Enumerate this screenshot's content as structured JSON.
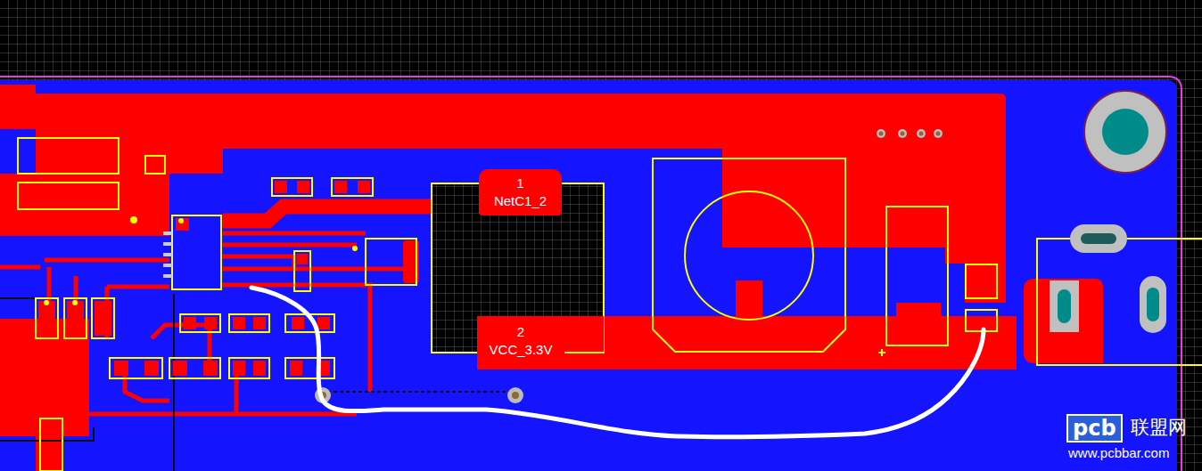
{
  "diagram": {
    "nodes": [
      {
        "text": [
          "1",
          "NetC1_2"
        ]
      },
      {
        "text": [
          "2",
          "VCC_3.3V"
        ]
      }
    ],
    "labels": [
      "pcb",
      "联盟网",
      "www.pcbbar.com"
    ]
  }
}
